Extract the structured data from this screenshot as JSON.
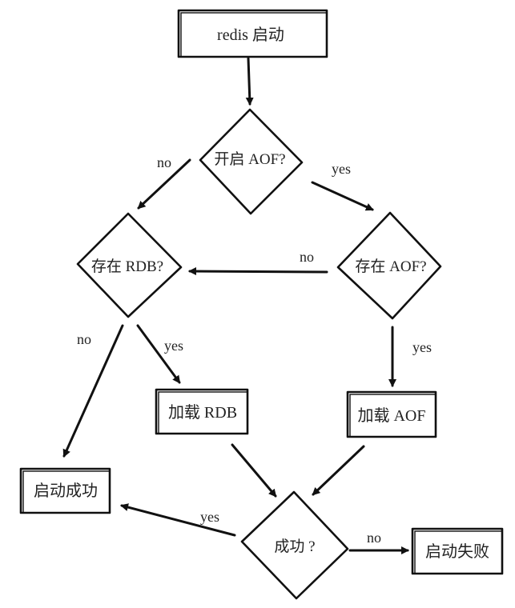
{
  "diagram": {
    "nodes": {
      "start": "redis 启动",
      "q_aof_enabled": "开启 AOF?",
      "q_rdb_exists": "存在 RDB?",
      "q_aof_exists": "存在 AOF?",
      "load_rdb": "加载 RDB",
      "load_aof": "加载 AOF",
      "startup_success": "启动成功",
      "q_success": "成功 ?",
      "startup_fail": "启动失败"
    },
    "edges": {
      "aof_enabled_no": "no",
      "aof_enabled_yes": "yes",
      "aof_exists_no": "no",
      "rdb_exists_no": "no",
      "rdb_exists_yes": "yes",
      "aof_exists_yes": "yes",
      "success_yes": "yes",
      "success_no": "no"
    }
  }
}
